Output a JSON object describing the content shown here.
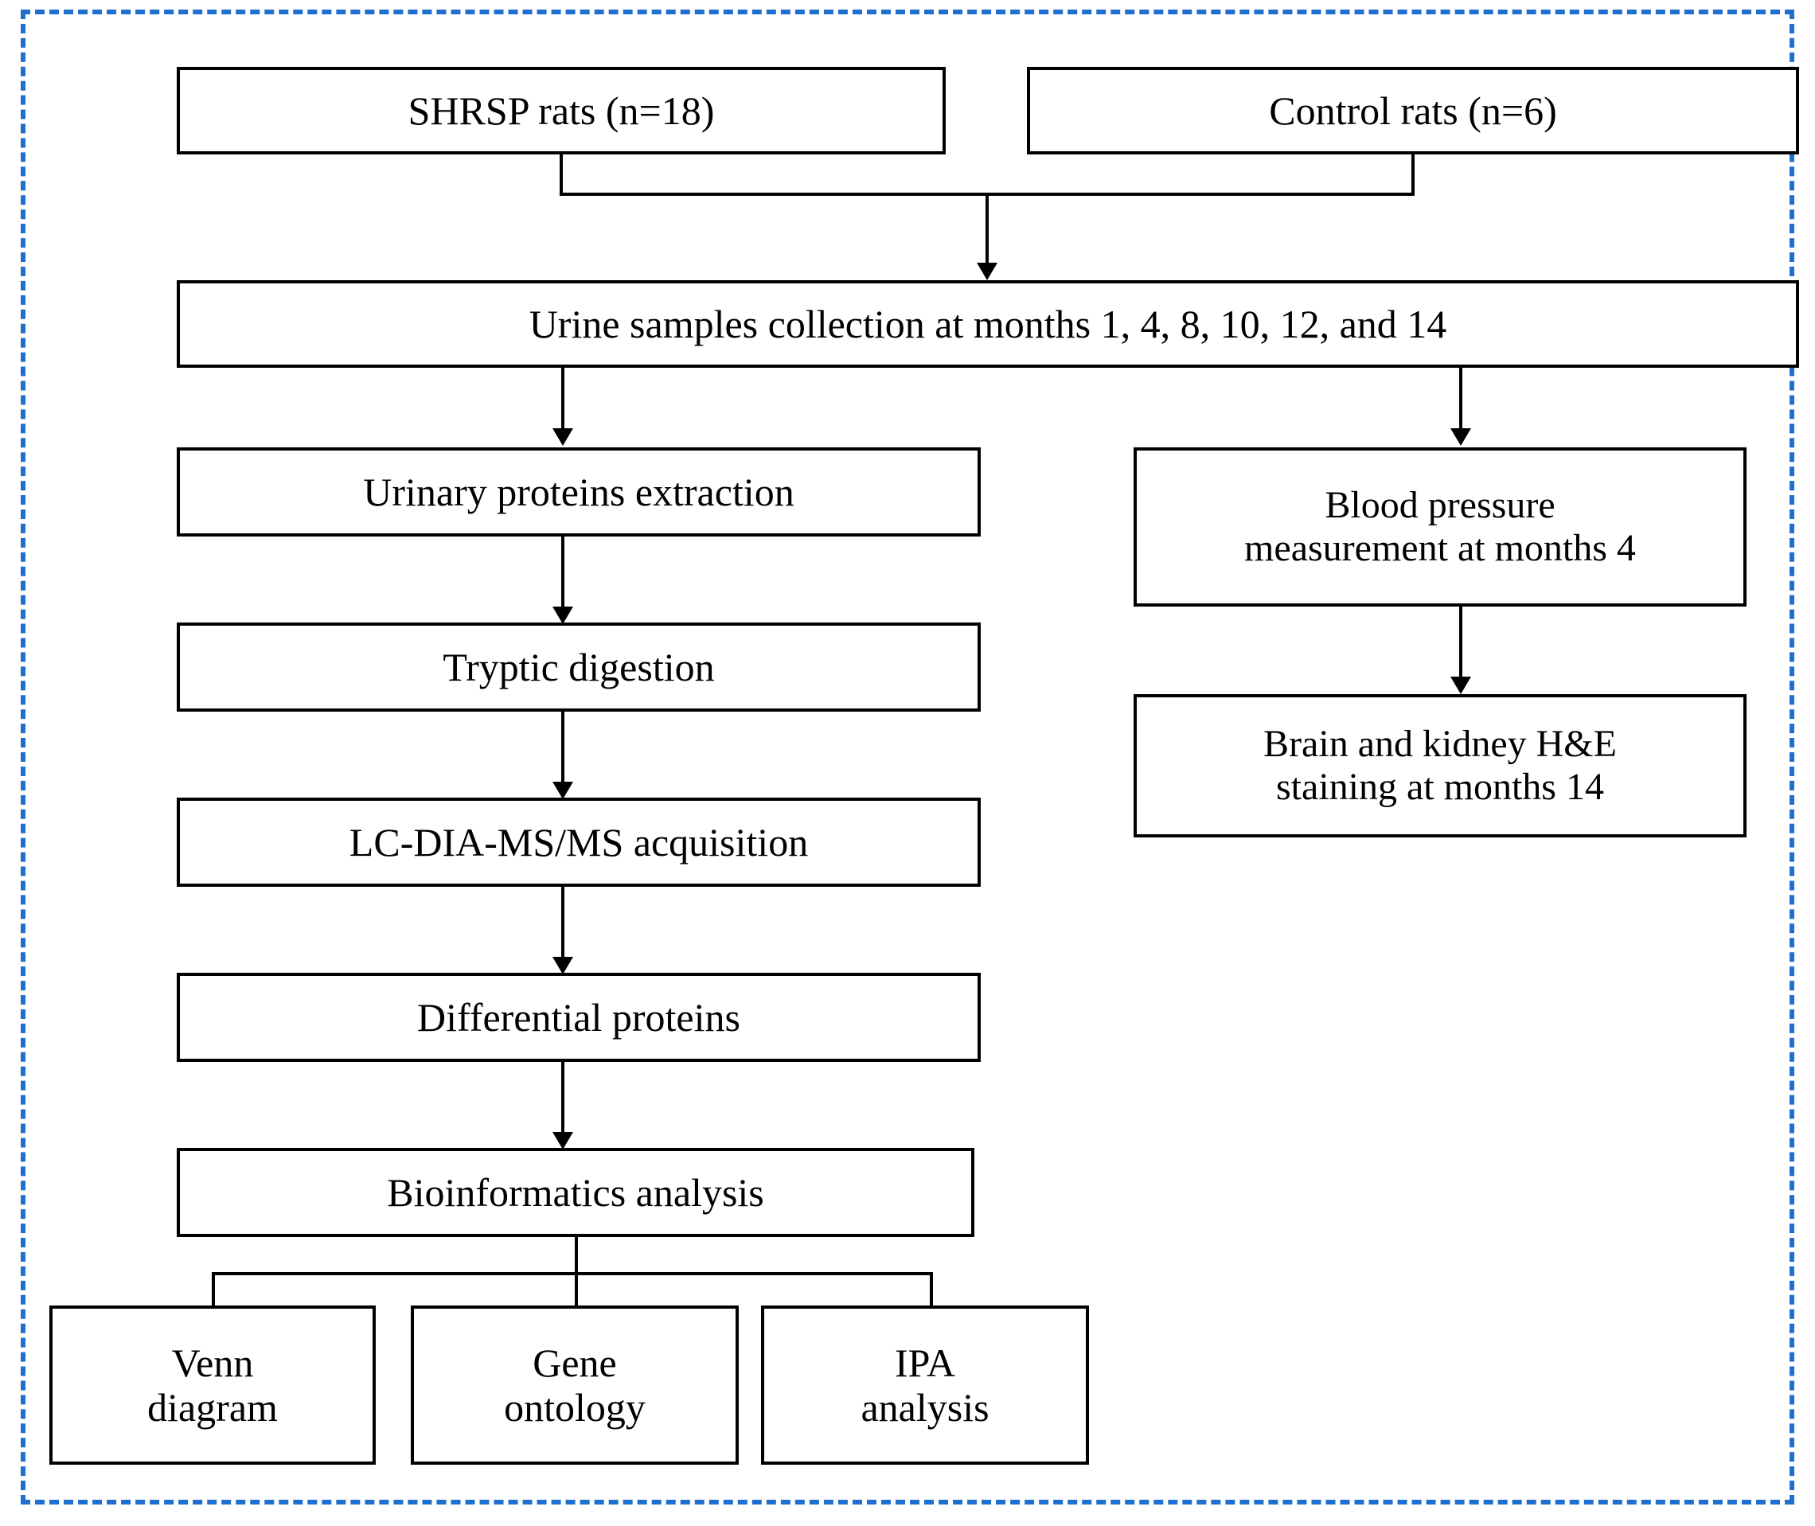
{
  "figure": {
    "type": "flowchart",
    "title": "Experimental workflow",
    "border_color": "#1f6fd0",
    "box_border_color": "#000000",
    "background": "#ffffff"
  },
  "nodes": {
    "shrsp_rats": "SHRSP rats (n=18)",
    "control_rats": "Control rats (n=6)",
    "urine_collection": "Urine samples collection at months 1, 4, 8, 10, 12, and 14",
    "protein_extraction": "Urinary proteins extraction",
    "tryptic_digestion": "Tryptic digestion",
    "lc_dia_ms": "LC-DIA-MS/MS acquisition",
    "differential_proteins": "Differential proteins",
    "bioinformatics": "Bioinformatics analysis",
    "venn_line1": "Venn",
    "venn_line2": "diagram",
    "gene_line1": "Gene",
    "gene_line2": "ontology",
    "ipa_line1": "IPA",
    "ipa_line2": "analysis",
    "blood_pressure_line1": "Blood pressure",
    "blood_pressure_line2": "measurement at months 4",
    "he_staining_line1": "Brain and kidney H&E",
    "he_staining_line2": "staining at months 14"
  }
}
